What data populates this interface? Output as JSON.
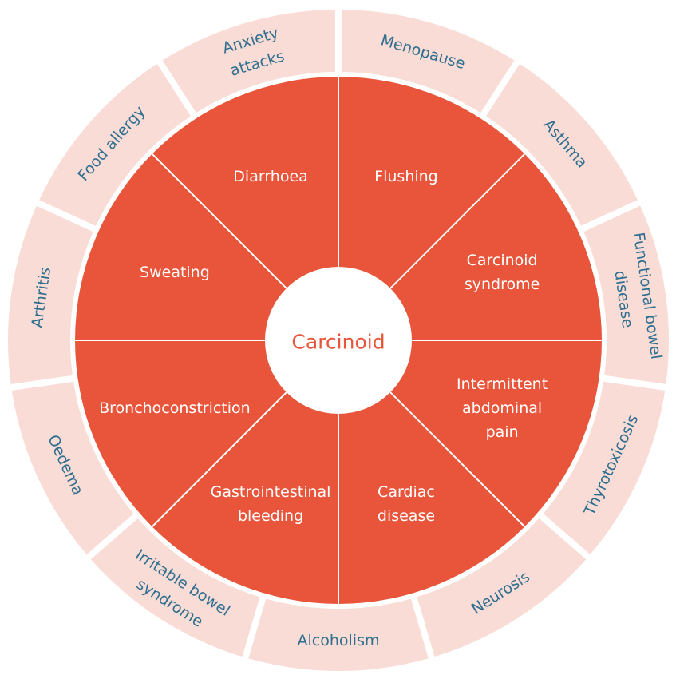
{
  "diagram": {
    "center_label": "Carcinoid",
    "inner_ring": [
      [
        "Flushing"
      ],
      [
        "Carcinoid",
        "syndrome"
      ],
      [
        "Intermittent",
        "abdominal",
        "pain"
      ],
      [
        "Cardiac",
        "disease"
      ],
      [
        "Gastrointestinal",
        "bleeding"
      ],
      [
        "Bronchoconstriction"
      ],
      [
        "Sweating"
      ],
      [
        "Diarrhoea"
      ]
    ],
    "outer_ring": [
      [
        "Menopause"
      ],
      [
        "Asthma"
      ],
      [
        "Functional bowel",
        "disease"
      ],
      [
        "Thyrotoxicosis"
      ],
      [
        "Neurosis"
      ],
      [
        "Alcoholism"
      ],
      [
        "Irritable bowel",
        "syndrome"
      ],
      [
        "Oedema"
      ],
      [
        "Arthritis"
      ],
      [
        "Food allergy"
      ],
      [
        "Anxiety",
        "attacks"
      ]
    ],
    "colors": {
      "inner_fill": "#e8553a",
      "outer_fill": "#f9dcd6",
      "center_fill": "#ffffff",
      "center_text": "#e8553a",
      "outer_text": "#2f6e8e",
      "divider": "#ffffff"
    }
  }
}
